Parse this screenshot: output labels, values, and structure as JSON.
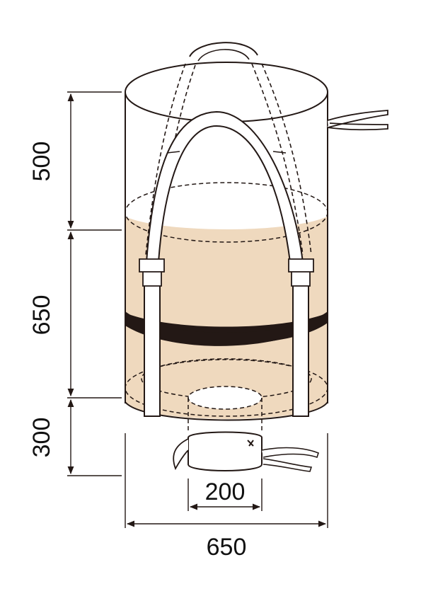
{
  "dimensions": {
    "height_top": "500",
    "height_middle": "650",
    "height_bottom": "300",
    "outlet_diameter": "200",
    "bag_diameter": "650"
  },
  "colors": {
    "bag_fill": "#efd9be",
    "band": "#231815",
    "outline": "#231815",
    "loop_fill": "#ffffff"
  }
}
